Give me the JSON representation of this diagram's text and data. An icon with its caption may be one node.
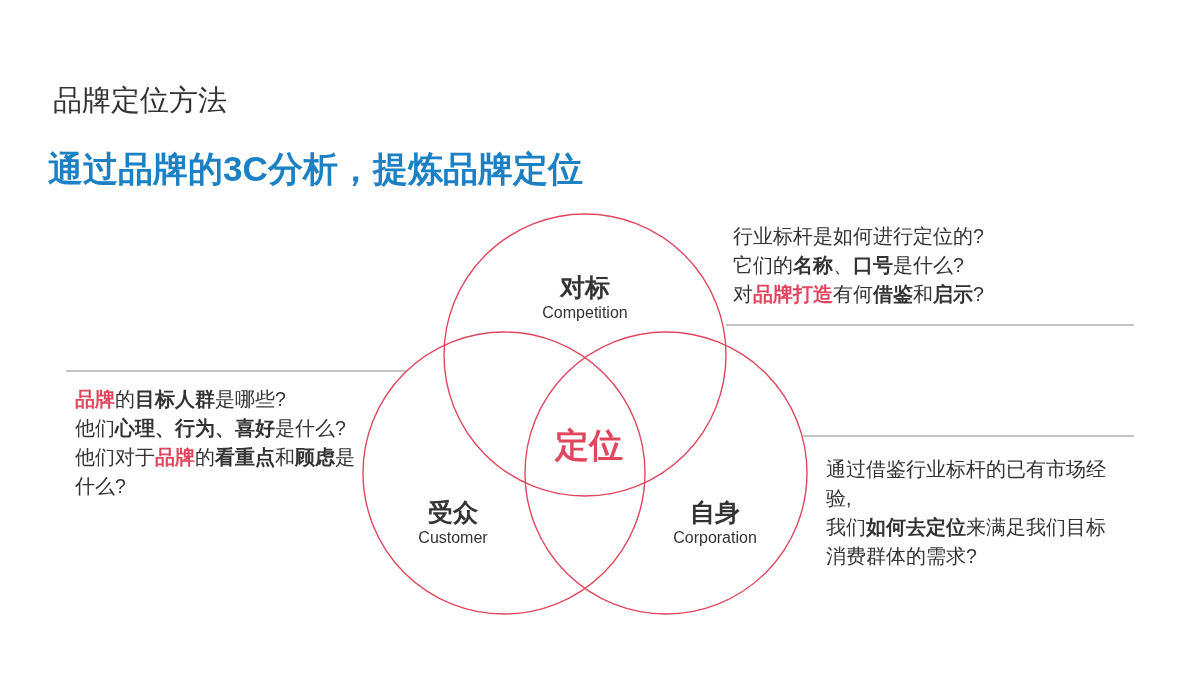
{
  "diagram": {
    "title": "品牌定位方法",
    "nodes": [
      {
        "text": [
          "对标",
          "Competition"
        ],
        "beside": [
          "行业标杆是如何进行定位的?",
          "它们的**名称**、**口号**是什么?",
          "对**品牌打造**有何**借鉴**和**启示**?"
        ]
      },
      {
        "text": [
          "受众",
          "Customer"
        ],
        "beside": [
          "**品牌**的**目标人群**是哪些?",
          "他们**心理、行为、喜好**是什么?",
          "他们对于**品牌**的**看重点**和**顾虑**是什么?"
        ]
      },
      {
        "text": [
          "自身",
          "Corporation"
        ],
        "beside": [
          "通过借鉴行业标杆的已有市场经验,",
          "我们**如何去定位**来满足我们目标消费群体的需求?"
        ]
      }
    ],
    "labels": [
      "通过品牌的3C分析，提炼品牌定位",
      "定位"
    ]
  }
}
